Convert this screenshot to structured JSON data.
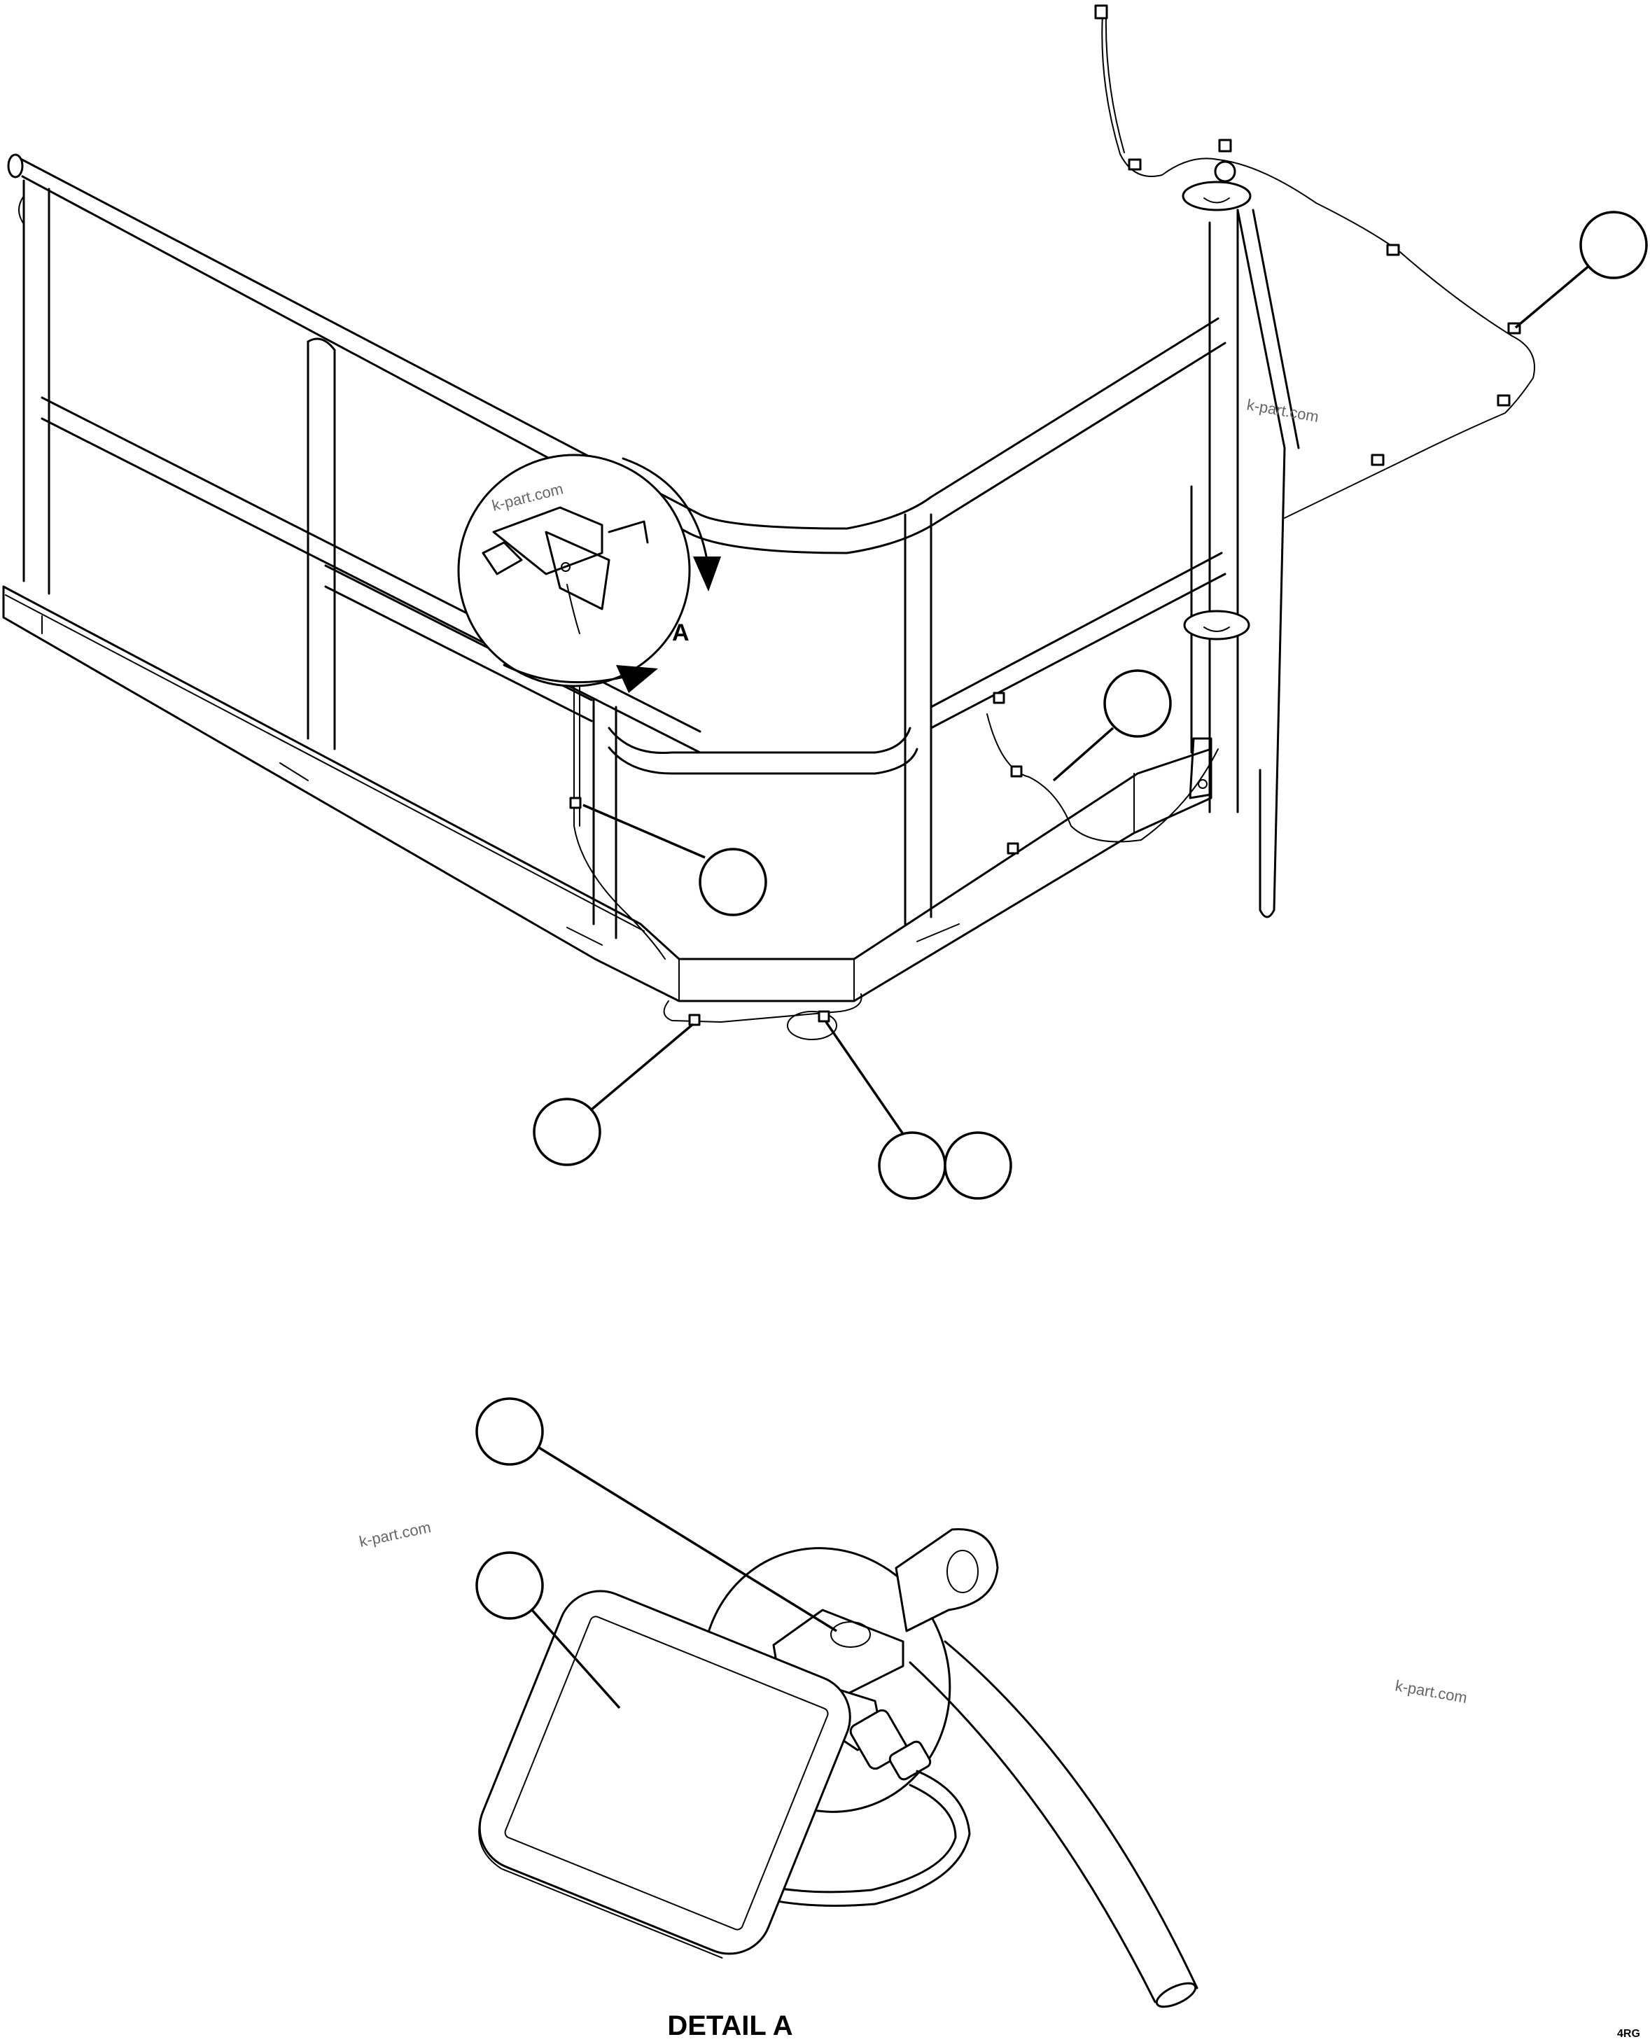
{
  "detail_view_letter": "A",
  "detail_caption": "DETAIL A",
  "watermarks": [
    "k-part.com",
    "k-part.com",
    "k-part.com",
    "k-part.com"
  ],
  "figure_code": "4RG",
  "callouts": [
    "",
    "",
    "",
    "",
    "",
    "",
    "",
    "",
    ""
  ]
}
